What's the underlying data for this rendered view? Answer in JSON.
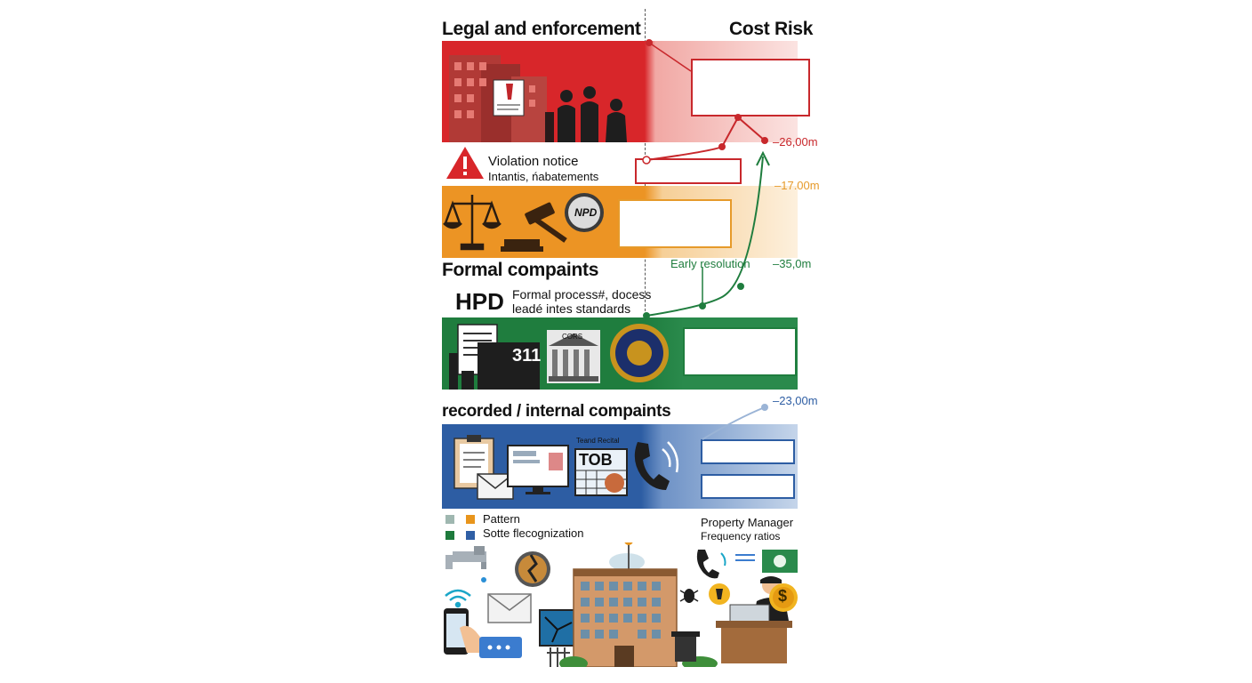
{
  "sections": {
    "legal": {
      "title": "Legal and enforcement"
    },
    "formal": {
      "title": "Formal compaints"
    },
    "recorded": {
      "title": "recorded / internal compaints"
    }
  },
  "header": {
    "cost_risk": "Cost Risk"
  },
  "violation": {
    "title": "Violation notice",
    "subtitle": "Intantis, ńabatements"
  },
  "legal_band": {
    "badge": "NPD"
  },
  "hpd": {
    "label": "HPD",
    "line1": "Formal process#, docess",
    "line2": "leadé intes standards"
  },
  "formal_band": {
    "phone_number": "311",
    "building_label": "CORS"
  },
  "recorded_band": {
    "small_label": "Teand Recital",
    "tob": "TOB"
  },
  "annotations": {
    "early_resolution": "Early resolution"
  },
  "risk_values": {
    "v1": "–26,00m",
    "v2": "–17.00m",
    "v3": "–35,0m",
    "v4": "–23,00m"
  },
  "legend": {
    "item1": "Pattern",
    "item2": "Sotte flecognization",
    "colors": {
      "gray": "#9fb7b0",
      "orange": "#e8951c",
      "green": "#1e7a3c",
      "blue": "#2f5fa5"
    }
  },
  "property_manager": {
    "title": "Property Manager",
    "subtitle": "Frequency ratios"
  },
  "colors": {
    "red": "#d8262a",
    "orange": "#ec9424",
    "green": "#1f7d3e",
    "blue": "#2d5da3",
    "risk_red": "#c8282c",
    "risk_orange": "#e69a2a",
    "risk_green": "#1f7d3e",
    "risk_blue": "#2d5da3"
  }
}
